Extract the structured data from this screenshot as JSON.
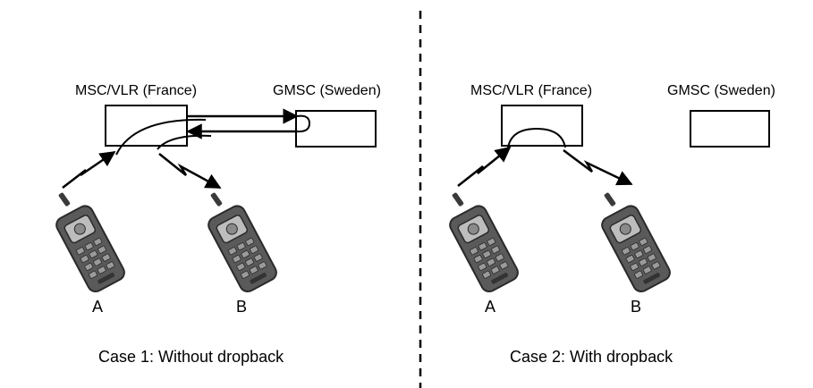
{
  "case1": {
    "msc_label": "MSC/VLR (France)",
    "gmsc_label": "GMSC (Sweden)",
    "phone_a": "A",
    "phone_b": "B",
    "caption": "Case 1: Without dropback"
  },
  "case2": {
    "msc_label": "MSC/VLR (France)",
    "gmsc_label": "GMSC (Sweden)",
    "phone_a": "A",
    "phone_b": "B",
    "caption": "Case 2: With dropback"
  },
  "colors": {
    "line": "#000000",
    "phone_body": "#5a5a5a",
    "phone_screen": "#bdbdbd",
    "phone_keys": "#9a9a9a"
  }
}
